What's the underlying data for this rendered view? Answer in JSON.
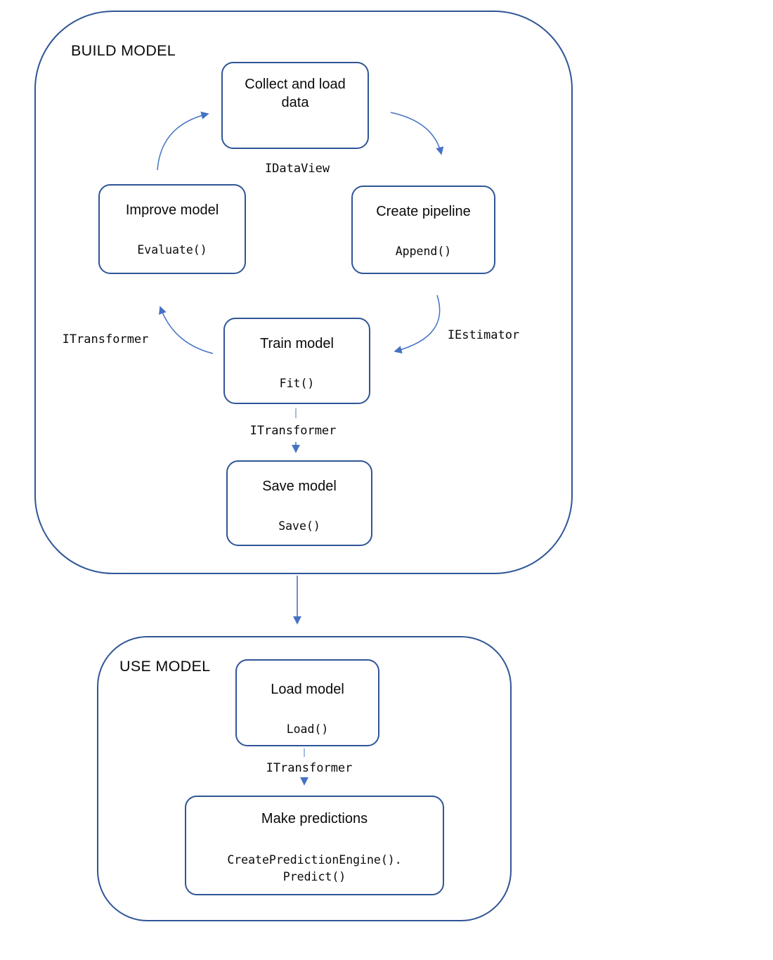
{
  "colors": {
    "box_border": "#2F5597",
    "arrow": "#4472C4",
    "arrow_dash": "#8FAADC",
    "text": "#0a0a0a"
  },
  "build_section": {
    "title": "BUILD MODEL",
    "boxes": {
      "collect": {
        "title": "Collect and load data"
      },
      "improve": {
        "title": "Improve model",
        "code": "Evaluate()"
      },
      "create": {
        "title": "Create pipeline",
        "code": "Append()"
      },
      "train": {
        "title": "Train model",
        "code": "Fit()"
      },
      "save": {
        "title": "Save model",
        "code": "Save()"
      }
    },
    "edge_labels": {
      "idataview": "IDataView",
      "itransformer_left": "ITransformer",
      "iestimator": "IEstimator",
      "itransformer_mid": "ITransformer"
    }
  },
  "use_section": {
    "title": "USE MODEL",
    "boxes": {
      "load": {
        "title": "Load model",
        "code": "Load()"
      },
      "predict": {
        "title": "Make predictions",
        "code_line1": "CreatePredictionEngine().",
        "code_line2": "Predict()"
      }
    },
    "edge_labels": {
      "itransformer": "ITransformer"
    }
  }
}
